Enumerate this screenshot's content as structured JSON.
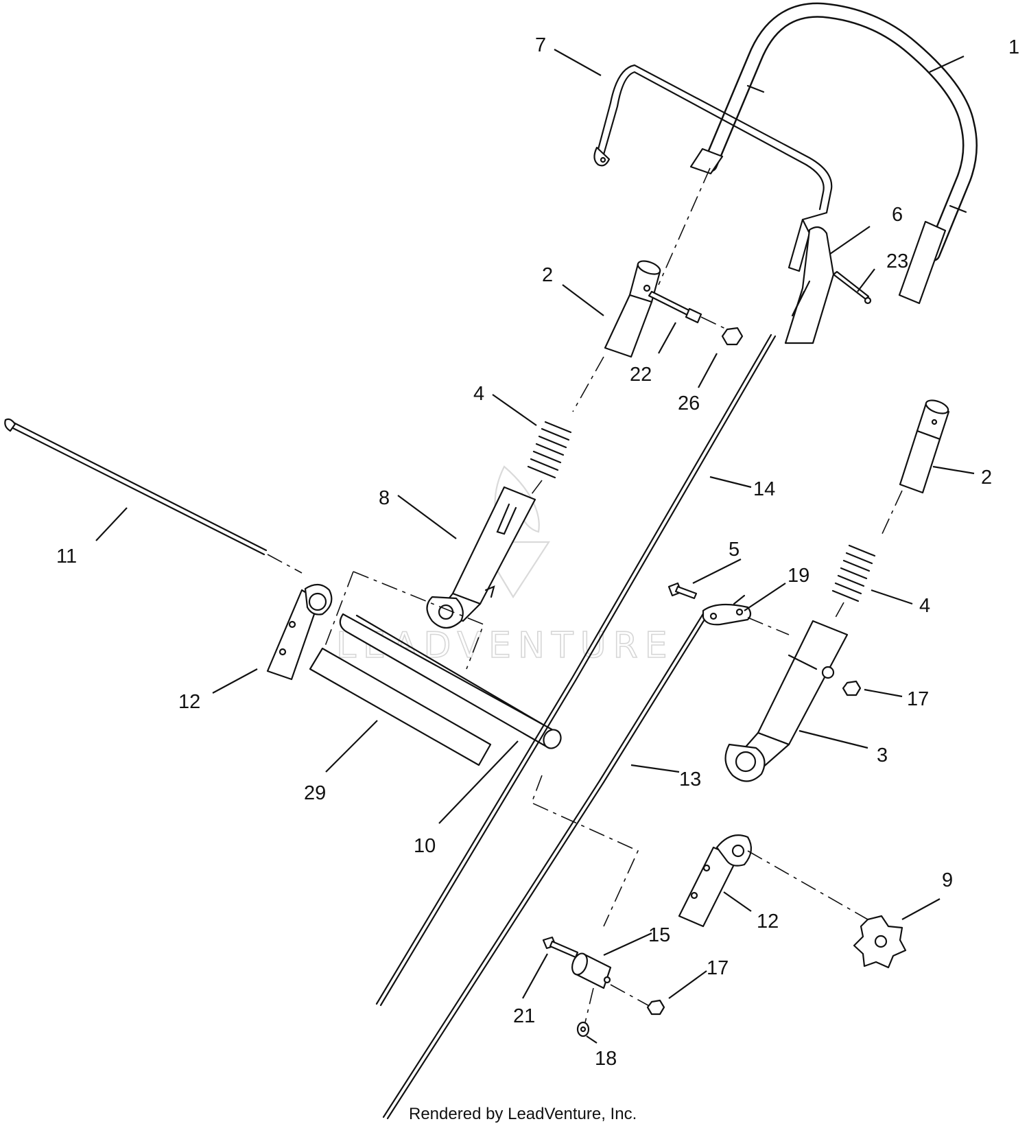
{
  "diagram": {
    "callouts": [
      {
        "id": "c1",
        "text": "1"
      },
      {
        "id": "c7",
        "text": "7"
      },
      {
        "id": "c6",
        "text": "6"
      },
      {
        "id": "c23",
        "text": "23"
      },
      {
        "id": "c2a",
        "text": "2"
      },
      {
        "id": "c22",
        "text": "22"
      },
      {
        "id": "c26",
        "text": "26"
      },
      {
        "id": "c4a",
        "text": "4"
      },
      {
        "id": "c14",
        "text": "14"
      },
      {
        "id": "c2b",
        "text": "2"
      },
      {
        "id": "c8",
        "text": "8"
      },
      {
        "id": "c11",
        "text": "11"
      },
      {
        "id": "c5",
        "text": "5"
      },
      {
        "id": "c19",
        "text": "19"
      },
      {
        "id": "c4b",
        "text": "4"
      },
      {
        "id": "c12a",
        "text": "12"
      },
      {
        "id": "c17a",
        "text": "17"
      },
      {
        "id": "c3",
        "text": "3"
      },
      {
        "id": "c29",
        "text": "29"
      },
      {
        "id": "c13",
        "text": "13"
      },
      {
        "id": "c10",
        "text": "10"
      },
      {
        "id": "c9",
        "text": "9"
      },
      {
        "id": "c12b",
        "text": "12"
      },
      {
        "id": "c15",
        "text": "15"
      },
      {
        "id": "c17b",
        "text": "17"
      },
      {
        "id": "c21",
        "text": "21"
      },
      {
        "id": "c18",
        "text": "18"
      }
    ],
    "watermark": "LEADVENTURE",
    "footer": "Rendered by LeadVenture, Inc."
  }
}
